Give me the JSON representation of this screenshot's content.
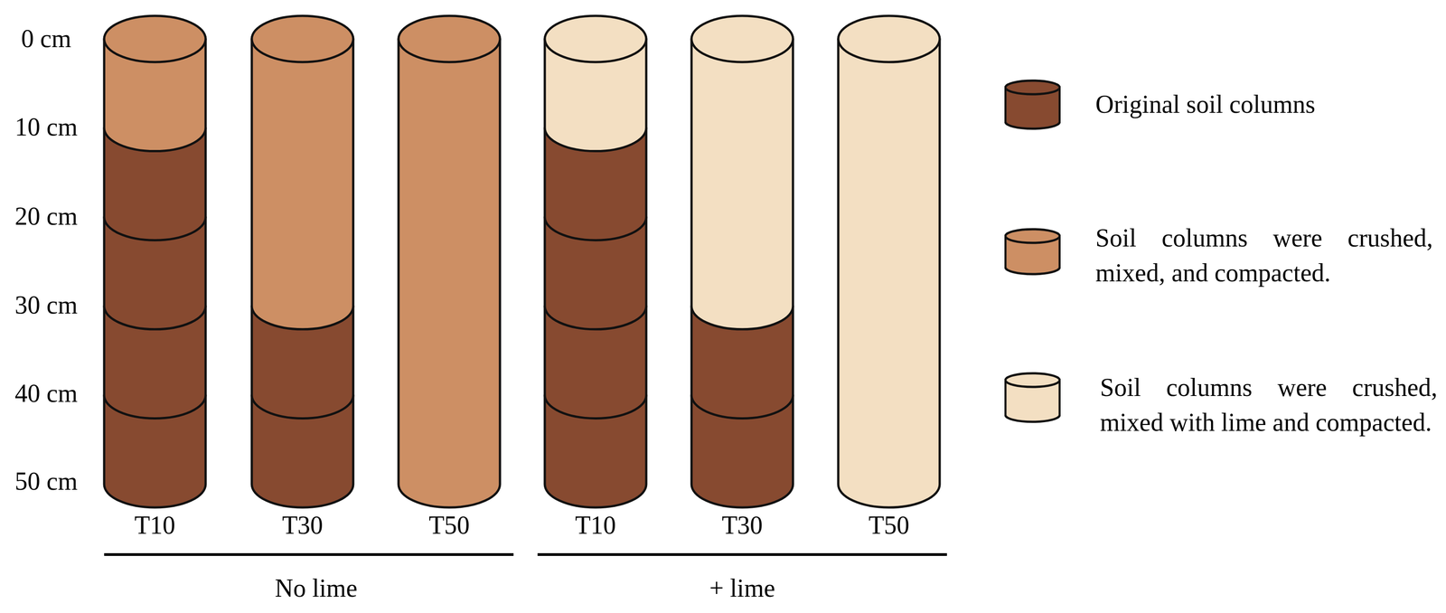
{
  "diagram": {
    "labels": [
      "0 cm",
      "10 cm",
      "20 cm",
      "30 cm",
      "40 cm",
      "50 cm",
      "T10",
      "T30",
      "T50",
      "T10",
      "T30",
      "T50",
      "No lime",
      "+ lime"
    ],
    "legend": [
      {
        "text": "Original soil columns",
        "color": "#874a30"
      },
      {
        "text": "Soil columns were crushed, mixed, and compacted.",
        "color": "#cd8f64"
      },
      {
        "text": "Soil columns were crushed, mixed with lime and compacted.",
        "color": "#f3dfc2"
      }
    ]
  }
}
